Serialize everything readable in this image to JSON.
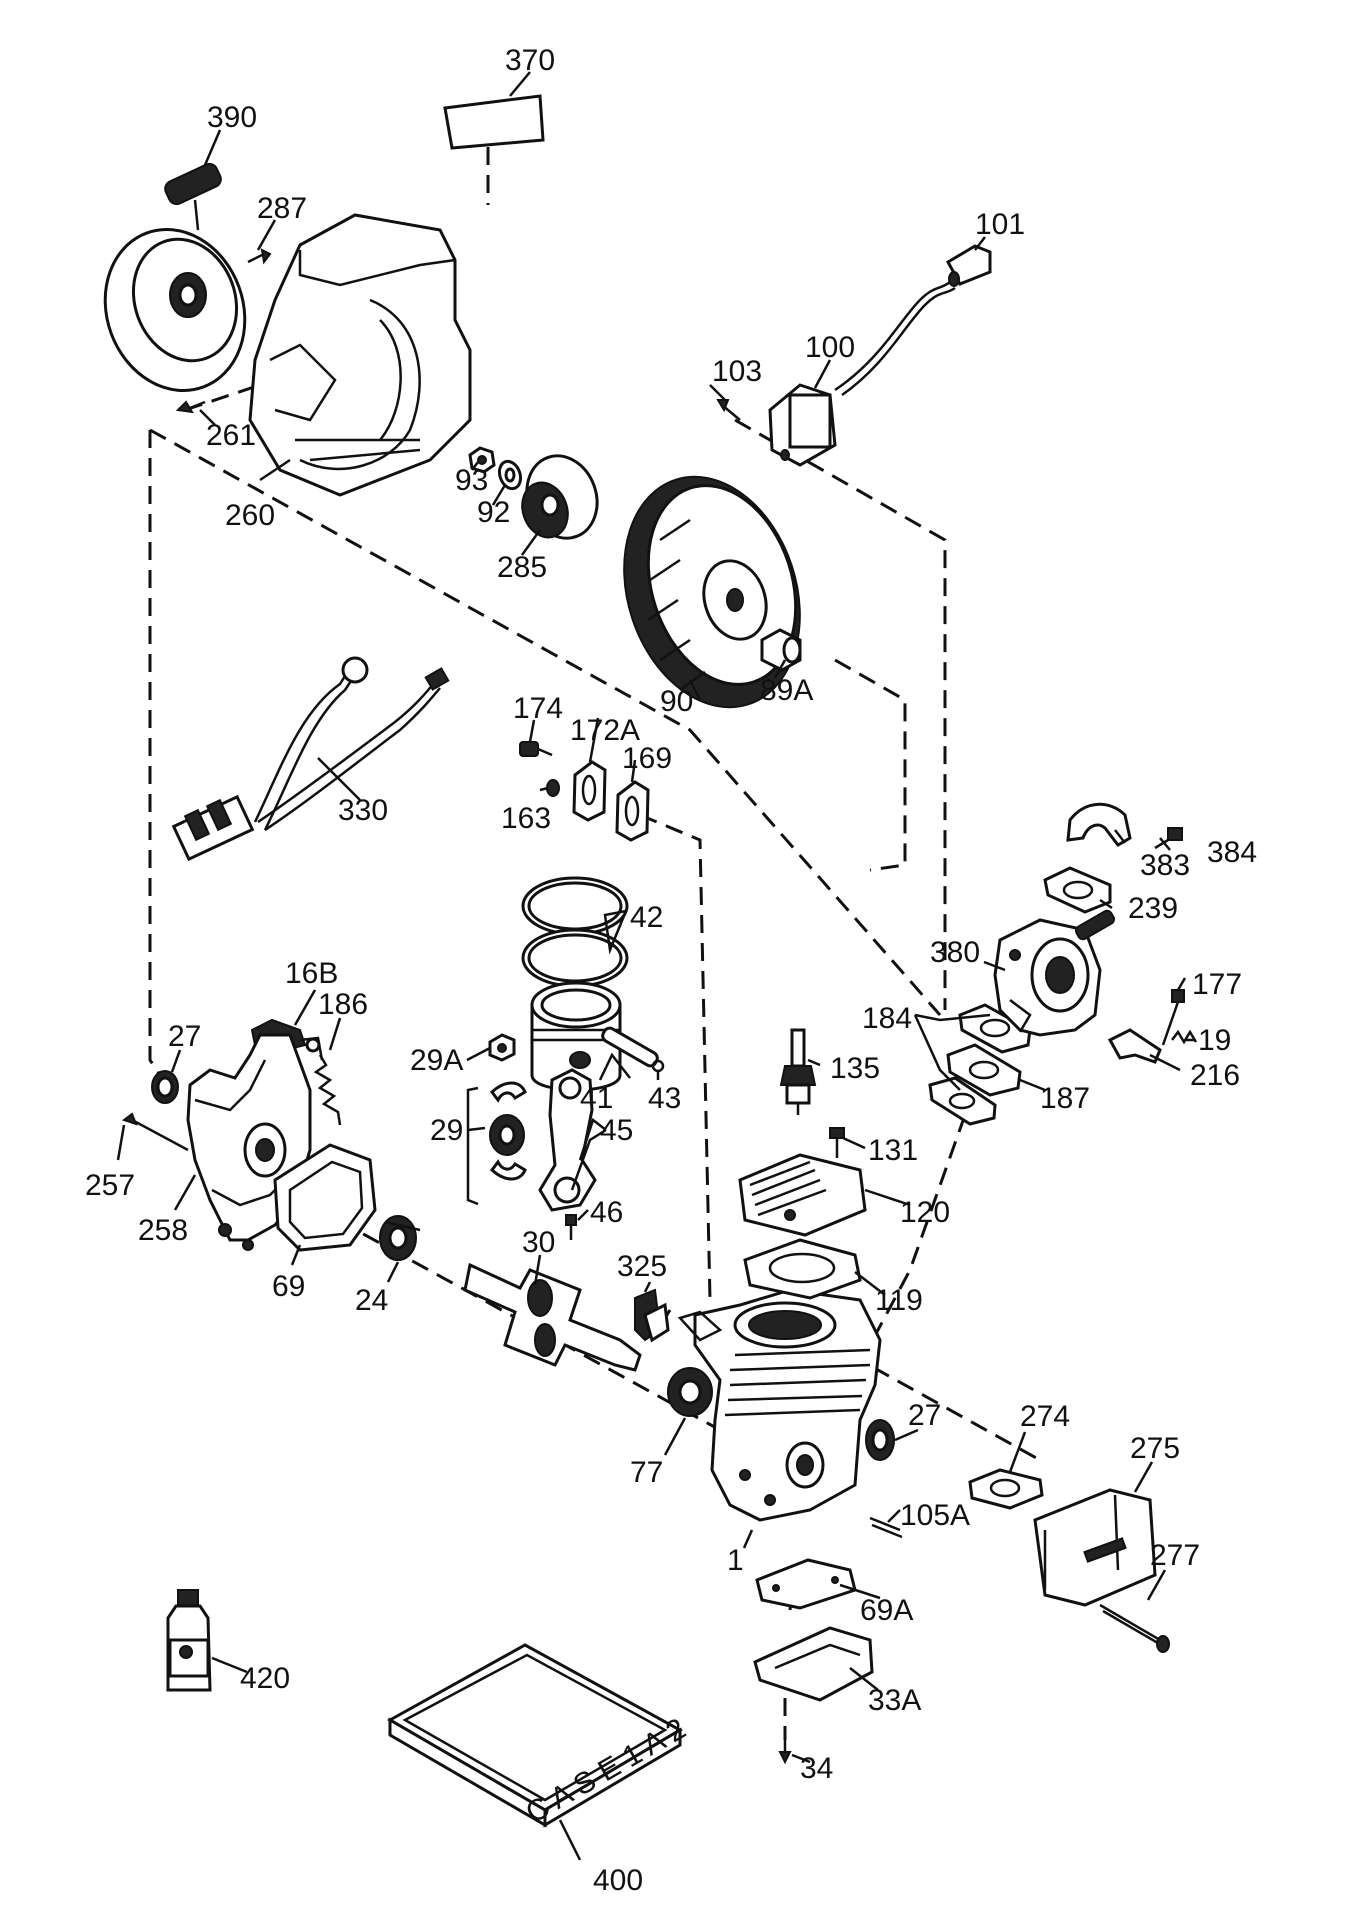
{
  "labels": {
    "p370": "370",
    "p390": "390",
    "p287": "287",
    "p101": "101",
    "p103": "103",
    "p100": "100",
    "p261": "261",
    "p260": "260",
    "p93": "93",
    "p92": "92",
    "p285": "285",
    "p90": "90",
    "p89a": "89A",
    "p174": "174",
    "p172a": "172A",
    "p169": "169",
    "p163": "163",
    "p330": "330",
    "p383": "383",
    "p384": "384",
    "p239": "239",
    "p42": "42",
    "p380": "380",
    "p177": "177",
    "p16b": "16B",
    "p186": "186",
    "p184": "184",
    "p19": "19",
    "p216": "216",
    "p27a": "27",
    "p29a": "29A",
    "p41": "41",
    "p135": "135",
    "p43": "43",
    "p187": "187",
    "p29": "29",
    "p45": "45",
    "p257": "257",
    "p131": "131",
    "p258": "258",
    "p46": "46",
    "p120": "120",
    "p69": "69",
    "p24": "24",
    "p30": "30",
    "p325": "325",
    "p119": "119",
    "p77": "77",
    "p27b": "27",
    "p274": "274",
    "p275": "275",
    "p105a": "105A",
    "p1": "1",
    "p277": "277",
    "p69a": "69A",
    "p420": "420",
    "p33a": "33A",
    "p34": "34",
    "p400": "400"
  },
  "manual_cover_text": "C A S E 1 A 2"
}
